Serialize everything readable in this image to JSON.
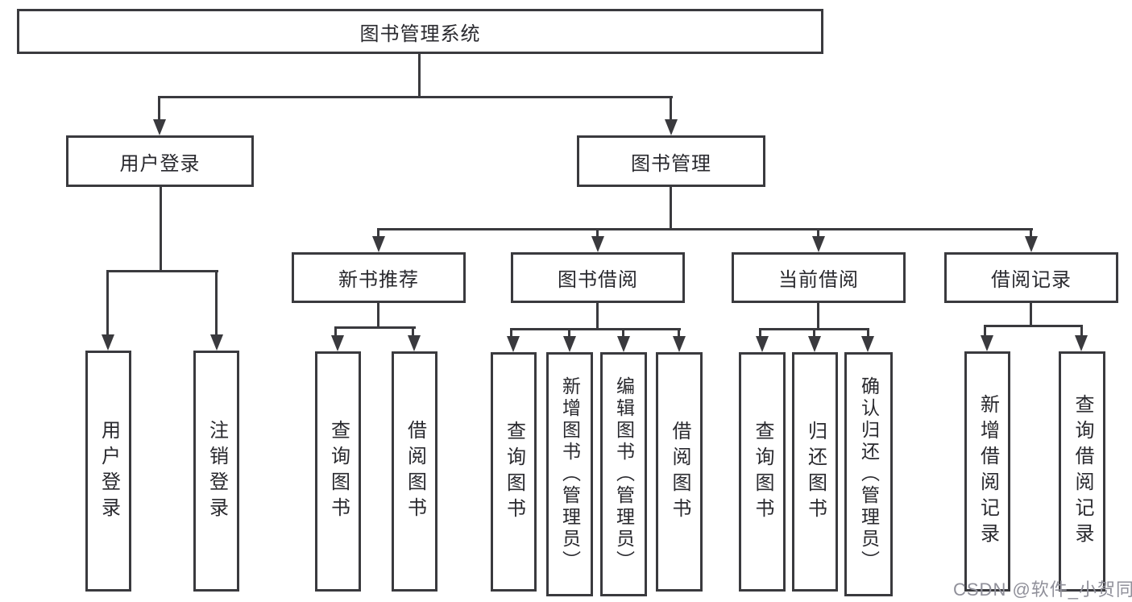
{
  "tree": {
    "root": {
      "label": "图书管理系统"
    },
    "branches": [
      {
        "label": "用户登录",
        "children": [
          {
            "label": "用户登录"
          },
          {
            "label": "注销登录"
          }
        ]
      },
      {
        "label": "图书管理",
        "children": [
          {
            "label": "新书推荐",
            "children": [
              {
                "label": "查询图书"
              },
              {
                "label": "借阅图书"
              }
            ]
          },
          {
            "label": "图书借阅",
            "children": [
              {
                "label": "查询图书"
              },
              {
                "label": "新增图书（管理员）"
              },
              {
                "label": "编辑图书（管理员）"
              },
              {
                "label": "借阅图书"
              }
            ]
          },
          {
            "label": "当前借阅",
            "children": [
              {
                "label": "查询图书"
              },
              {
                "label": "归还图书"
              },
              {
                "label": "确认归还（管理员）"
              }
            ]
          },
          {
            "label": "借阅记录",
            "children": [
              {
                "label": "新增借阅记录"
              },
              {
                "label": "查询借阅记录"
              }
            ]
          }
        ]
      }
    ]
  },
  "watermark": {
    "text": "CSDN @软件_小贺同学"
  },
  "colors": {
    "line": "#3a3a3e",
    "text": "#29292e",
    "watermark": "#90909a",
    "background": "#ffffff"
  }
}
